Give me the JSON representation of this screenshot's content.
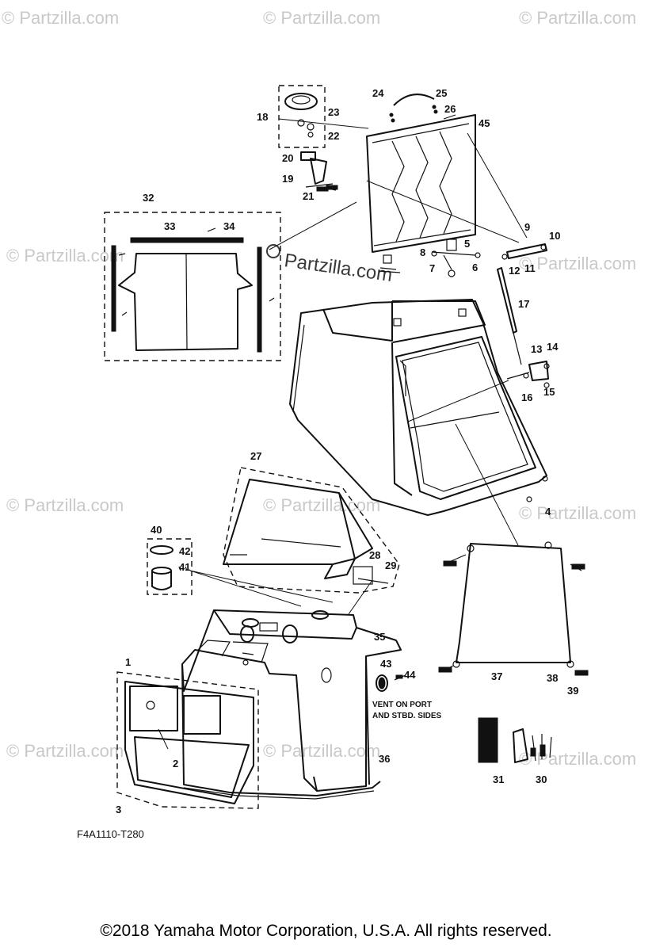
{
  "watermark": "© Partzilla.com",
  "watermark_logo": "Partzilla.com",
  "diagram_code": "F4A1110-T280",
  "vent_note": [
    "VENT ON PORT",
    "AND STBD. SIDES"
  ],
  "copyright": "©2018  Yamaha Motor Corporation, U.S.A. All rights reserved.",
  "callouts": {
    "c1": "1",
    "c2": "2",
    "c3": "3",
    "c4": "4",
    "c5": "5",
    "c6": "6",
    "c7": "7",
    "c8": "8",
    "c9": "9",
    "c10": "10",
    "c11": "11",
    "c12": "12",
    "c13": "13",
    "c14": "14",
    "c15": "15",
    "c16": "16",
    "c17": "17",
    "c18": "18",
    "c19": "19",
    "c20": "20",
    "c21": "21",
    "c22": "22",
    "c23": "23",
    "c24": "24",
    "c25": "25",
    "c26": "26",
    "c27": "27",
    "c28": "28",
    "c29": "29",
    "c30": "30",
    "c31": "31",
    "c32": "32",
    "c33": "33",
    "c34": "34",
    "c35": "35",
    "c36": "36",
    "c37": "37",
    "c38": "38",
    "c39": "39",
    "c40": "40",
    "c41": "41",
    "c42": "42",
    "c43": "43",
    "c44": "44",
    "c45": "45"
  }
}
